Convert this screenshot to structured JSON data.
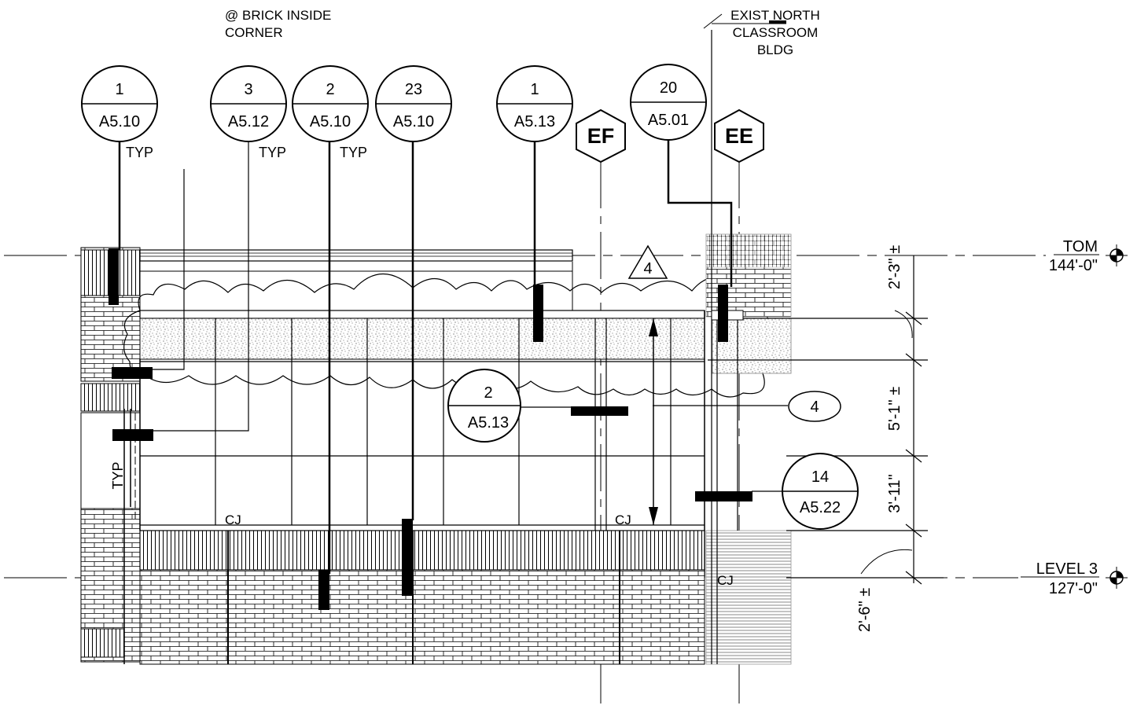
{
  "notes": {
    "brick_corner_1": "@ BRICK INSIDE",
    "brick_corner_2": "CORNER",
    "exist_1": "EXIST  NORTH",
    "exist_2": "CLASSROOM",
    "exist_3": "BLDG"
  },
  "callouts": [
    {
      "num": "1",
      "sheet": "A5.10"
    },
    {
      "num": "3",
      "sheet": "A5.12"
    },
    {
      "num": "2",
      "sheet": "A5.10"
    },
    {
      "num": "23",
      "sheet": "A5.10"
    },
    {
      "num": "1",
      "sheet": "A5.13"
    },
    {
      "num": "20",
      "sheet": "A5.01"
    },
    {
      "num": "2",
      "sheet": "A5.13"
    },
    {
      "num": "14",
      "sheet": "A5.22"
    }
  ],
  "typ_labels": [
    "TYP",
    "TYP",
    "TYP",
    "TYP"
  ],
  "gridlines": [
    "EF",
    "EE"
  ],
  "revision": "4",
  "keynote": "4",
  "cj_labels": [
    "CJ",
    "CJ",
    "CJ"
  ],
  "levels": [
    {
      "name": "TOM",
      "elev": "144'-0\""
    },
    {
      "name": "LEVEL 3",
      "elev": "127'-0\""
    }
  ],
  "dimensions": [
    "2'-3\" ±",
    "5'-1\" ±",
    "3'-11\"",
    "2'-6\" ±"
  ]
}
